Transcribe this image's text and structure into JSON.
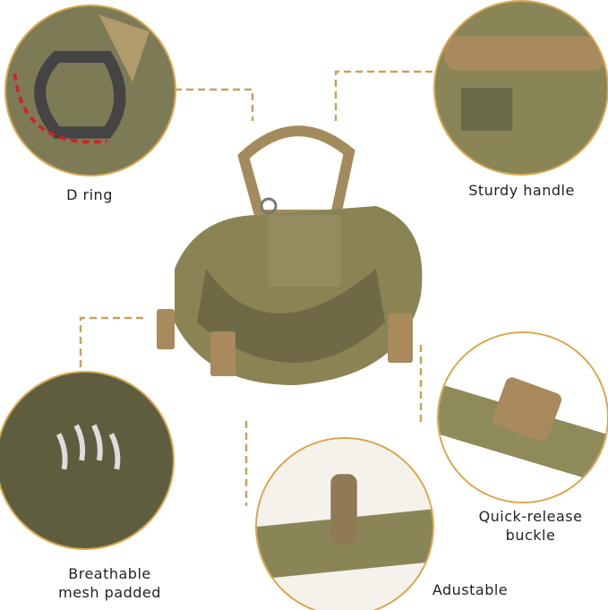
{
  "labels": {
    "d_ring": "D ring",
    "sturdy_handle": "Sturdy handle",
    "breathable_line1": "Breathable",
    "breathable_line2": "mesh padded",
    "quick_release_line1": "Quick-release",
    "quick_release_line2": "buckle",
    "adjustable": "Adustable"
  },
  "colors": {
    "accent": "#d9a54a",
    "fabric": "#8a8455",
    "buckle": "#a88a5c"
  }
}
